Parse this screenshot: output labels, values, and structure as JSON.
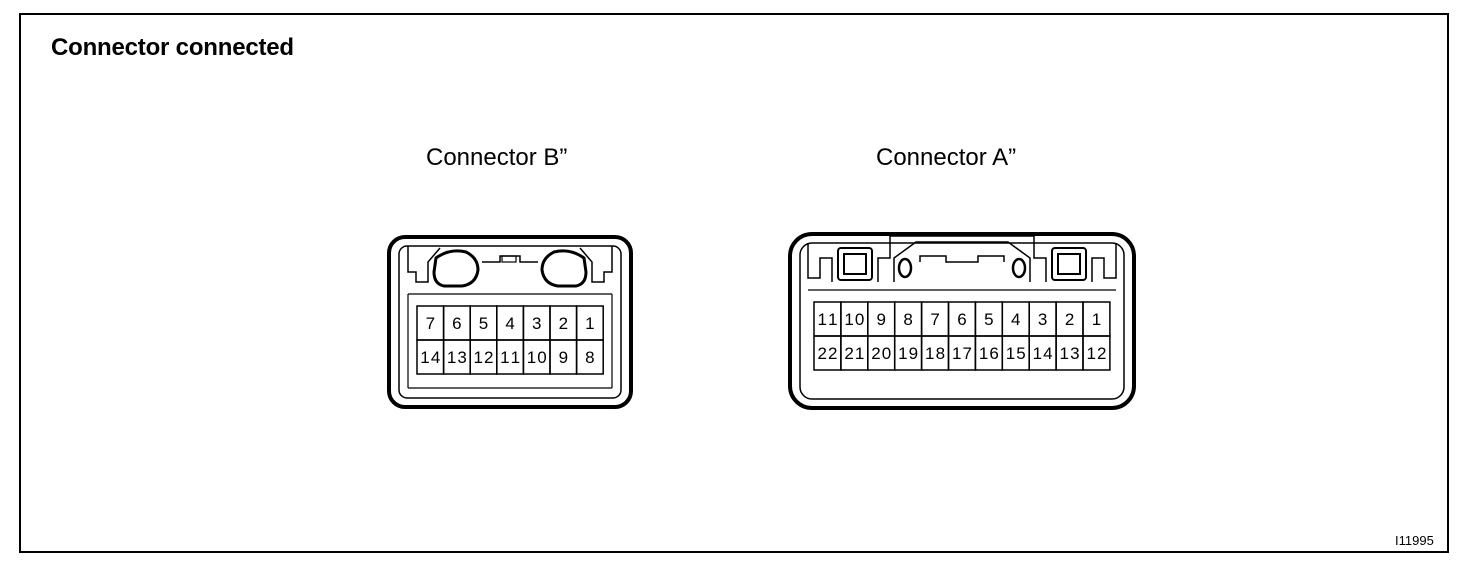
{
  "title": "Connector connected",
  "reference_code": "I11995",
  "connectors": {
    "b": {
      "label": "Connector B”",
      "top_row": [
        "7",
        "6",
        "5",
        "4",
        "3",
        "2",
        "1"
      ],
      "bottom_row": [
        "14",
        "13",
        "12",
        "11",
        "10",
        "9",
        "8"
      ]
    },
    "a": {
      "label": "Connector A”",
      "top_row": [
        "11",
        "10",
        "9",
        "8",
        "7",
        "6",
        "5",
        "4",
        "3",
        "2",
        "1"
      ],
      "bottom_row": [
        "22",
        "21",
        "20",
        "19",
        "18",
        "17",
        "16",
        "15",
        "14",
        "13",
        "12"
      ]
    }
  }
}
